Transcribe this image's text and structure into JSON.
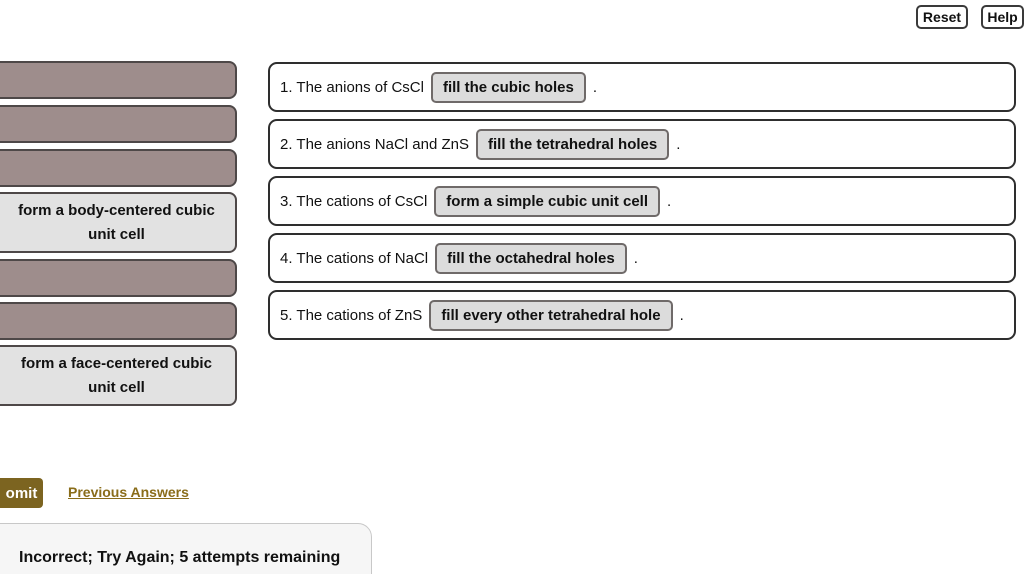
{
  "toolbar": {
    "reset_label": "Reset",
    "help_label": "Help"
  },
  "bank": {
    "items": [
      {
        "type": "used",
        "label": ""
      },
      {
        "type": "used",
        "label": ""
      },
      {
        "type": "used",
        "label": ""
      },
      {
        "type": "choice",
        "label": "form a body-centered cubic unit cell"
      },
      {
        "type": "used",
        "label": ""
      },
      {
        "type": "used",
        "label": ""
      },
      {
        "type": "choice",
        "label": "form a face-centered cubic unit cell"
      }
    ]
  },
  "statements": [
    {
      "prefix": "1. The anions of CsCl",
      "answer": "fill the cubic holes",
      "suffix": "."
    },
    {
      "prefix": "2. The anions NaCl and ZnS",
      "answer": "fill the tetrahedral holes",
      "suffix": "."
    },
    {
      "prefix": "3. The cations of CsCl",
      "answer": "form a simple cubic unit cell",
      "suffix": "."
    },
    {
      "prefix": "4. The cations of NaCl",
      "answer": "fill the octahedral holes",
      "suffix": "."
    },
    {
      "prefix": "5. The cations of ZnS",
      "answer": "fill every other tetrahedral hole",
      "suffix": "."
    }
  ],
  "footer": {
    "submit_label": "omit",
    "previous_answers_label": "Previous Answers",
    "feedback": "Incorrect; Try Again; 5 attempts remaining"
  },
  "colors": {
    "submit_bg": "#7c6420",
    "link_color": "#8a6d1a",
    "bar_fill": "#9e8d8c",
    "bank_border": "#4e4848",
    "choice_fill": "#e2e2e2",
    "chip_fill": "#dcdcdc"
  }
}
